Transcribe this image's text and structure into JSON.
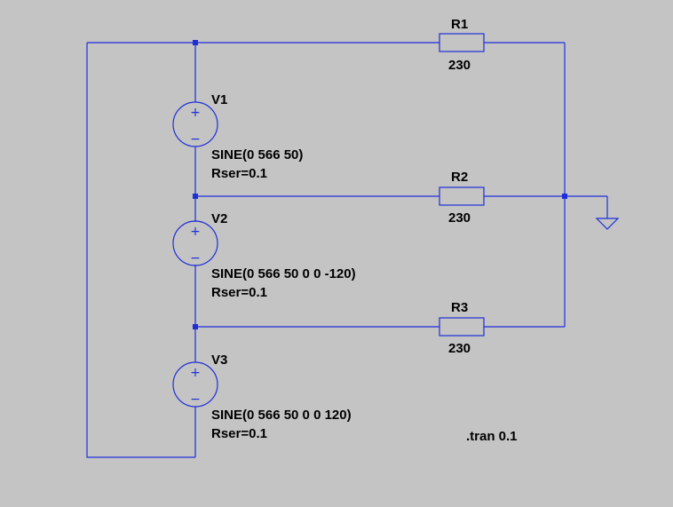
{
  "resistors": {
    "r1": {
      "name": "R1",
      "value": "230"
    },
    "r2": {
      "name": "R2",
      "value": "230"
    },
    "r3": {
      "name": "R3",
      "value": "230"
    }
  },
  "sources": {
    "v1": {
      "name": "V1",
      "function": "SINE(0 566 50)",
      "rser": "Rser=0.1"
    },
    "v2": {
      "name": "V2",
      "function": "SINE(0 566 50 0 0 -120)",
      "rser": "Rser=0.1"
    },
    "v3": {
      "name": "V3",
      "function": "SINE(0 566 50 0 0 120)",
      "rser": "Rser=0.1"
    }
  },
  "directive": ".tran 0.1",
  "source_symbol": {
    "plus": "+",
    "minus": "−"
  },
  "colors": {
    "background": "#c4c4c4",
    "wire": "#1f2fd6",
    "text": "#000000"
  }
}
